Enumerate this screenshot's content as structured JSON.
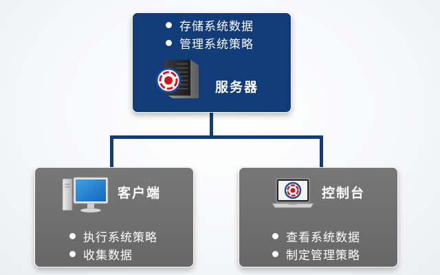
{
  "server": {
    "title": "服务器",
    "items": [
      "存储系统数据",
      "管理系统策略"
    ],
    "icon": "server-rack-icon"
  },
  "client": {
    "title": "客户端",
    "items": [
      "执行系统策略",
      "收集数据"
    ],
    "icon": "desktop-computer-icon"
  },
  "console": {
    "title": "控制台",
    "items": [
      "查看系统数据",
      "制定管理策略"
    ],
    "icon": "laptop-icon"
  },
  "colors": {
    "server_box": "#123b7a",
    "node_box": "#6f6f6f",
    "connector": "#123b7a",
    "text": "#ffffff",
    "logo_red": "#d4141a"
  }
}
